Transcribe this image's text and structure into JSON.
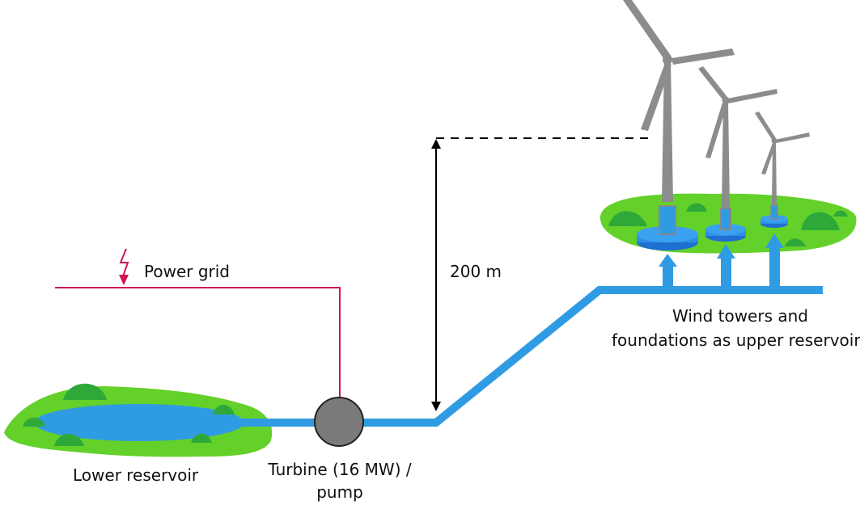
{
  "labels": {
    "power_grid": "Power grid",
    "height": "200 m",
    "lower_reservoir": "Lower reservoir",
    "turbine_line1": "Turbine (16 MW) /",
    "turbine_line2": "pump",
    "upper_line1": "Wind towers and",
    "upper_line2": "foundations as upper reservoir"
  },
  "colors": {
    "water": "#2f9be3",
    "land": "#63d12a",
    "bush": "#2fa83a",
    "tower": "#8c8c8c",
    "grid_line": "#d0174f",
    "turbine": "#7a7a7a"
  }
}
